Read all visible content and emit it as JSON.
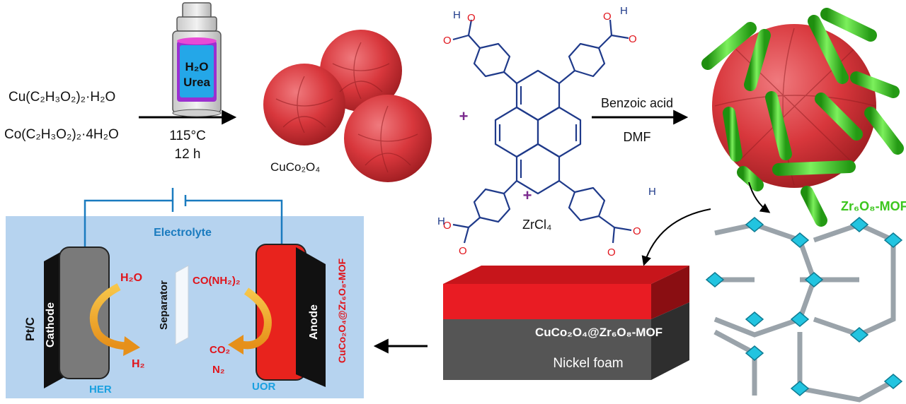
{
  "reactants": {
    "copper_salt": "Cu(C₂H₃O₂)₂·H₂O",
    "cobalt_salt": "Co(C₂H₃O₂)₂·4H₂O"
  },
  "vial": {
    "line1": "H₂O",
    "line2": "Urea"
  },
  "conditions": {
    "temperature": "115°C",
    "time": "12 h"
  },
  "spinel_label": "CuCo₂O₄",
  "plus_sign": "+",
  "linker_atoms": {
    "hydrogen": "H",
    "oxygen": "O"
  },
  "metal_salt": "ZrCl₄",
  "mof_conditions": {
    "reagent": "Benzoic acid",
    "solvent": "DMF"
  },
  "composite_label": "Zr₆O₈-MOF",
  "electrode_layers": {
    "top": "CuCo₂O₄@Zr₆O₈-MOF",
    "bottom": "Nickel foam"
  },
  "cell": {
    "electrolyte": "Electrolyte",
    "cathode": "Cathode",
    "anode": "Anode",
    "separator": "Separator",
    "cathode_catalyst": "Pt/C",
    "anode_catalyst": "CuCo₂O₄@Zr₆O₈-MOF",
    "her_reactant": "H₂O",
    "her_product": "H₂",
    "her_label": "HER",
    "uor_reactant": "CO(NH₂)₂",
    "uor_product_1": "CO₂",
    "uor_product_2": "N₂",
    "uor_label": "UOR"
  },
  "colors": {
    "spinel_red": "#d8373c",
    "rod_green": "#3cc61e",
    "electrolyte_bg": "#b6d3ef",
    "label_blue": "#1a7bbf",
    "label_red": "#e0141b",
    "molecule_blue": "#1f3a8a",
    "plus_purple": "#7b2a8e"
  }
}
